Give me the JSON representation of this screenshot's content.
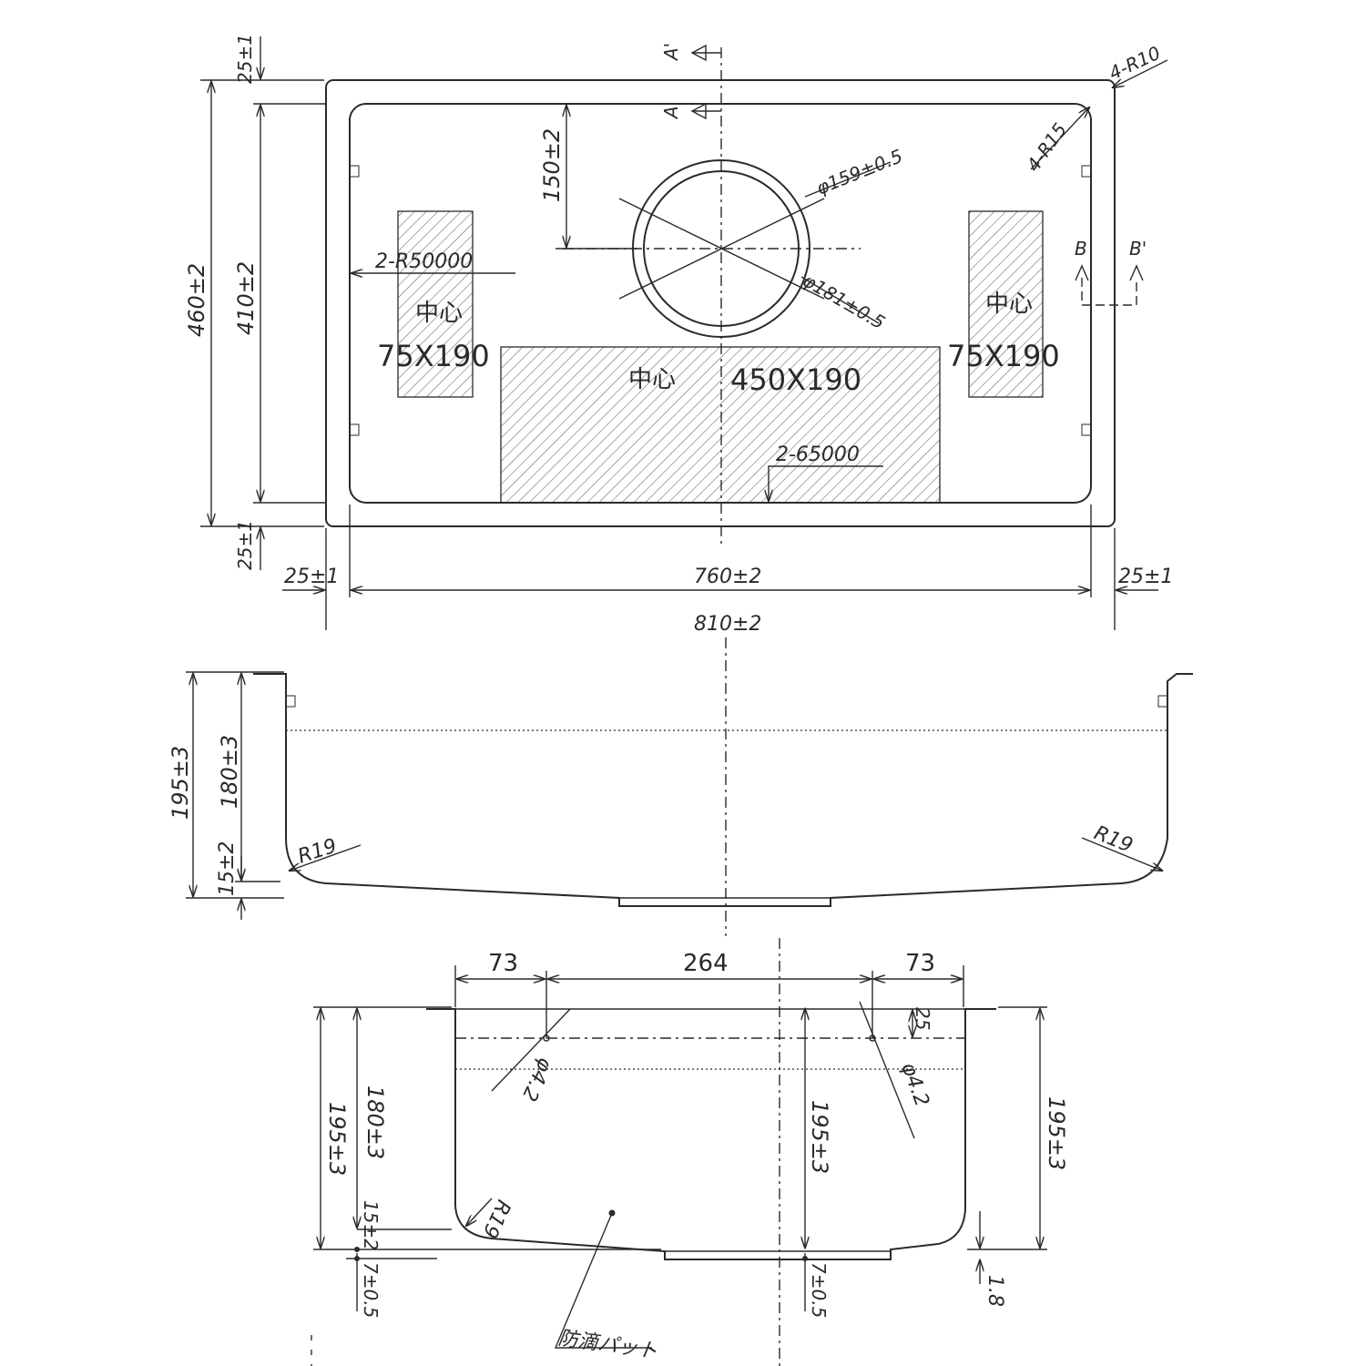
{
  "top_view": {
    "section_a_upper": "A'",
    "section_a_lower": "A",
    "section_b": "B",
    "section_b_prime": "B'",
    "corner_outer": "4-R10",
    "corner_inner": "4-R15",
    "dim_top_margin": "25±1",
    "dim_bottom_margin": "25±1",
    "dim_outer_height": "460±2",
    "dim_inner_height": "410±2",
    "dim_drain_offset": "150±2",
    "drain_inner_dia": "φ159±0.5",
    "drain_outer_dia": "φ181±0.5",
    "radius_note": "2-R50000",
    "radius_note_2": "2-65000",
    "center_label": "中心",
    "pad_small_left": "75X190",
    "pad_small_right": "75X190",
    "pad_center": "450X190",
    "dim_left_margin": "25±1",
    "dim_inner_width": "760±2",
    "dim_right_margin": "25±1",
    "dim_outer_width": "810±2"
  },
  "front_section": {
    "dim_total_depth": "195±3",
    "dim_bowl_depth": "180±3",
    "dim_slope": "15±2",
    "radius_left": "R19",
    "radius_right": "R19"
  },
  "side_section": {
    "dim_left_73": "73",
    "dim_mid_264": "264",
    "dim_right_73": "73",
    "dim_depth_left": "195±3",
    "dim_inner_depth_left": "180±3",
    "dim_slope_left": "15±2",
    "dim_base_left": "7±0.5",
    "hole_left": "φ4.2",
    "hole_right": "φ4.2",
    "dim_hole_offset": "25",
    "dim_depth_center": "195±3",
    "dim_base_center": "7±0.5",
    "dim_depth_right": "195±3",
    "dim_thickness": "1.8",
    "radius": "R19",
    "pad_label": "防滴パット"
  }
}
